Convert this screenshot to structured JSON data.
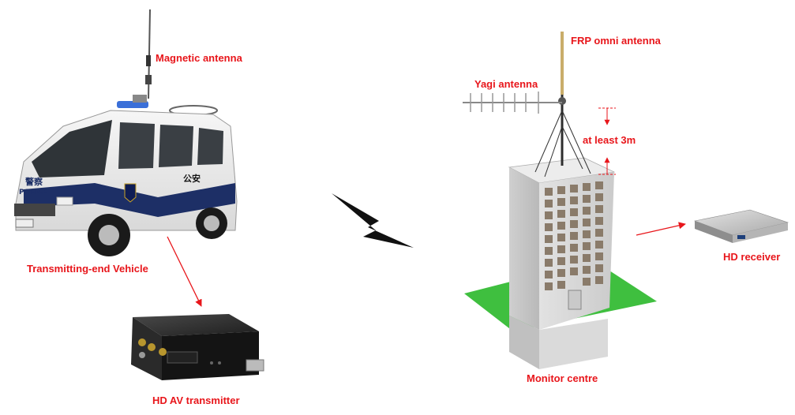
{
  "colors": {
    "label": "#e8161b",
    "arrow": "#e8161b",
    "ground": "#3fbf3f",
    "lightning": "#111111"
  },
  "labels": {
    "magnetic_antenna": "Magnetic antenna",
    "transmitting_vehicle": "Transmitting-end Vehicle",
    "hd_av_transmitter": "HD AV transmitter",
    "frp_omni_antenna": "FRP omni antenna",
    "yagi_antenna": "Yagi antenna",
    "at_least": "at least 3m",
    "hd_receiver": "HD receiver",
    "monitor_centre": "Monitor centre"
  },
  "vehicle": {
    "police_text": "POLICE",
    "door_text": "公安",
    "side_text": "警察"
  },
  "icons": [
    "lightning-icon",
    "police-van-icon",
    "transmitter-box-icon",
    "receiver-box-icon",
    "building-icon",
    "antenna-icon"
  ]
}
